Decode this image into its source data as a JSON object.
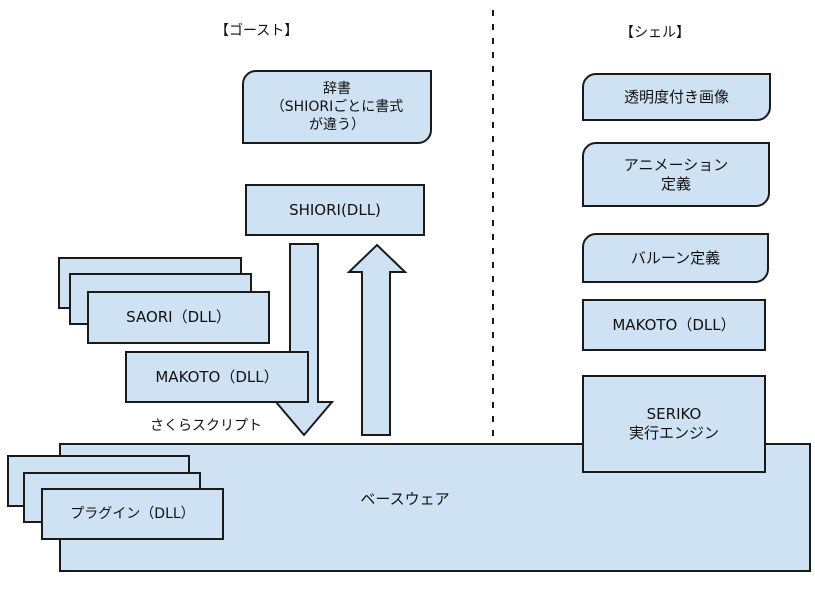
{
  "diagram": {
    "ghost_section": {
      "heading": "【ゴースト】",
      "dictionary_box": "辞書\n（SHIORIごとに書式\nが違う）",
      "shiori_box": "SHIORI(DLL)",
      "saori_box": "SAORI（DLL）",
      "makoto_box": "MAKOTO（DLL）",
      "sakura_script_label": "さくらスクリプト",
      "arrows": [
        {
          "name": "down",
          "from": "SHIORI(DLL)",
          "to": "ベースウェア",
          "label": "さくらスクリプト"
        },
        {
          "name": "up",
          "from": "ベースウェア",
          "to": "SHIORI(DLL)"
        }
      ]
    },
    "shell_section": {
      "heading": "【シェル】",
      "boxes": [
        "透明度付き画像",
        "アニメーション\n定義",
        "バルーン定義",
        "MAKOTO（DLL）",
        "SERIKO\n実行エンジン"
      ]
    },
    "baseware": {
      "label": "ベースウェア",
      "plugin_box": "プラグイン（DLL）"
    },
    "colors": {
      "box_fill": "#cfe2f3",
      "stroke": "#1a1a1a"
    }
  }
}
